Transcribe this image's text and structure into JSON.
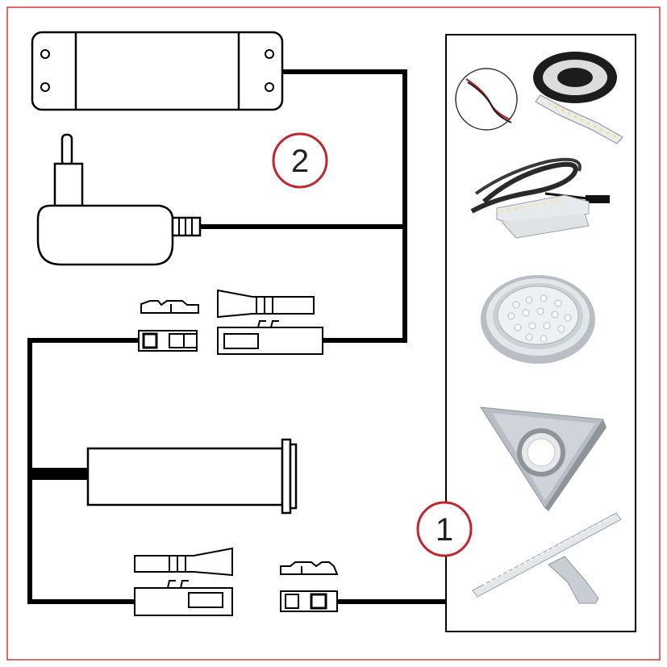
{
  "colors": {
    "frame_border": "#d8393a",
    "marker_circle": "#c0262d",
    "wire": "#000000",
    "outline": "#000000",
    "product_panel_border": "#000000"
  },
  "markers": [
    {
      "id": "marker-1",
      "label": "1"
    },
    {
      "id": "marker-2",
      "label": "2"
    }
  ],
  "power_sources": [
    {
      "id": "transformer-box",
      "icon": "rectangular-power-supply"
    },
    {
      "id": "plug-adapter",
      "icon": "wall-plug-adapter"
    }
  ],
  "components": [
    {
      "id": "sensor-switch",
      "icon": "cylindrical-sensor-switch"
    },
    {
      "id": "connector-male-upper",
      "icon": "mini-plug-connector"
    },
    {
      "id": "connector-female-upper",
      "icon": "mini-socket-connector"
    },
    {
      "id": "connector-female-lower",
      "icon": "mini-socket-connector"
    },
    {
      "id": "connector-male-lower",
      "icon": "mini-plug-connector"
    }
  ],
  "products": [
    {
      "id": "led-strip",
      "icon": "led-strip-reel"
    },
    {
      "id": "led-bar-cable",
      "icon": "led-bar-with-cable"
    },
    {
      "id": "round-puck-light",
      "icon": "round-led-puck-light"
    },
    {
      "id": "triangle-light",
      "icon": "triangular-cabinet-light"
    },
    {
      "id": "cabinet-bar-light",
      "icon": "led-cabinet-bar-light"
    }
  ]
}
